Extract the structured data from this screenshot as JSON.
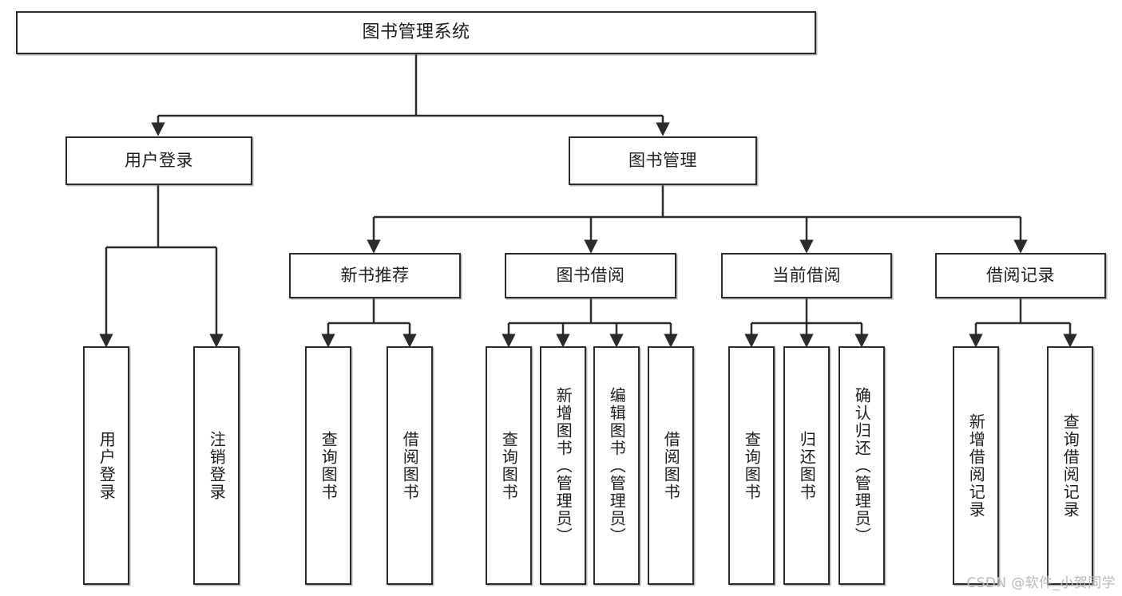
{
  "diagram": {
    "title": "图书管理系统",
    "type": "hierarchy-tree",
    "watermark": "CSDN @软件_小贺同学",
    "colors": {
      "border": "#2b2b2b",
      "background": "#ffffff",
      "text": "#1d1d1d",
      "watermark": "#b9b9b9"
    },
    "levels": {
      "root": "图书管理系统",
      "level2": [
        "用户登录",
        "图书管理"
      ],
      "level3": [
        "新书推荐",
        "图书借阅",
        "当前借阅",
        "借阅记录"
      ],
      "level4": [
        "用户登录",
        "注销登录",
        "查询图书",
        "借阅图书",
        "查询图书",
        "新增图书（管理员）",
        "编辑图书（管理员）",
        "借阅图书",
        "查询图书",
        "归还图书",
        "确认归还（管理员）",
        "新增借阅记录",
        "查询借阅记录"
      ]
    },
    "nodes": {
      "root": {
        "label": "图书管理系统"
      },
      "user_login": {
        "label": "用户登录"
      },
      "book_manage": {
        "label": "图书管理"
      },
      "new_book_rec": {
        "label": "新书推荐"
      },
      "book_borrow": {
        "label": "图书借阅"
      },
      "current_borrow": {
        "label": "当前借阅"
      },
      "borrow_record": {
        "label": "借阅记录"
      },
      "leaf_user_login": {
        "label": "用户登录"
      },
      "leaf_logout": {
        "label": "注销登录"
      },
      "leaf_query_book_a": {
        "label": "查询图书"
      },
      "leaf_borrow_book_a": {
        "label": "借阅图书"
      },
      "leaf_query_book_b": {
        "label": "查询图书"
      },
      "leaf_add_book": {
        "label": "新增图书（管理员）"
      },
      "leaf_edit_book": {
        "label": "编辑图书（管理员）"
      },
      "leaf_borrow_book_b": {
        "label": "借阅图书"
      },
      "leaf_query_book_c": {
        "label": "查询图书"
      },
      "leaf_return_book": {
        "label": "归还图书"
      },
      "leaf_confirm_return": {
        "label": "确认归还（管理员）"
      },
      "leaf_add_record": {
        "label": "新增借阅记录"
      },
      "leaf_query_record": {
        "label": "查询借阅记录"
      }
    }
  }
}
